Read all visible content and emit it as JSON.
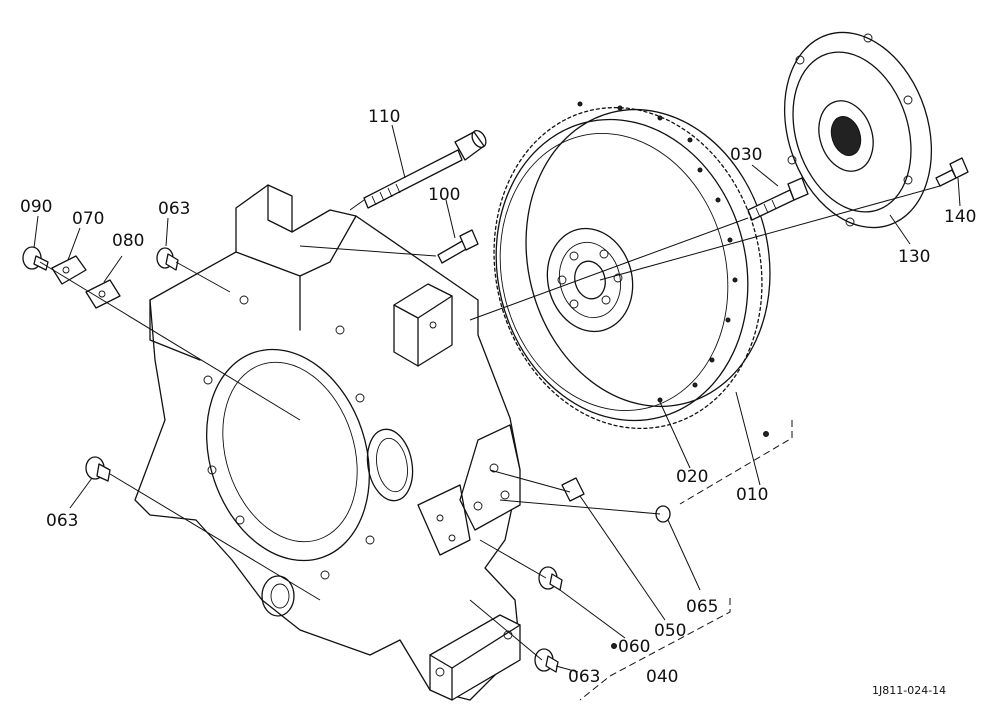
{
  "labels": {
    "p110": "110",
    "p100": "100",
    "p090": "090",
    "p070": "070",
    "p080": "080",
    "p063a": "063",
    "p063b": "063",
    "p063c": "063",
    "p030": "030",
    "p140": "140",
    "p130": "130",
    "p020": "020",
    "p010": "010",
    "p065": "065",
    "p050": "050",
    "p060": "060",
    "p040": "040"
  },
  "drawing_code": "1J811-024-14"
}
